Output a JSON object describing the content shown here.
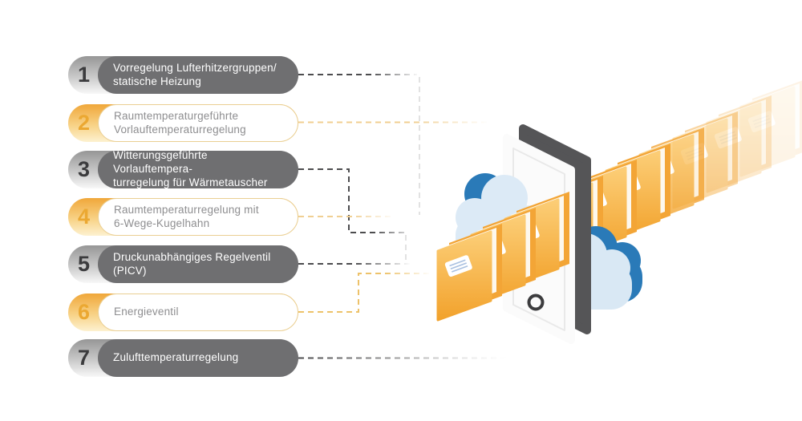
{
  "diagram": {
    "items": [
      {
        "number": "1",
        "label": "Vorregelung Lufterhitzergruppen/\nstatische Heizung",
        "variant": "dark"
      },
      {
        "number": "2",
        "label": "Raumtemperaturgeführte\nVorlauftemperaturregelung",
        "variant": "light"
      },
      {
        "number": "3",
        "label": "Witterungsgeführte Vorlauftempera-\nturregelung für Wärmetauscher",
        "variant": "dark"
      },
      {
        "number": "4",
        "label": "Raumtemperaturregelung mit\n6-Wege-Kugelhahn",
        "variant": "light"
      },
      {
        "number": "5",
        "label": "Druckunabhängiges Regelventil\n(PICV)",
        "variant": "dark"
      },
      {
        "number": "6",
        "label": "Energieventil",
        "variant": "light"
      },
      {
        "number": "7",
        "label": "Zulufttemperaturregelung",
        "variant": "dark"
      }
    ],
    "illustration": {
      "icons": [
        "folder-icon",
        "tablet-icon",
        "cloud-icon"
      ],
      "colors": {
        "pill_dark": "#6f6f71",
        "pill_light_border": "#eacf93",
        "number_dark": "#3b3b3d",
        "number_yellow": "#eba832",
        "folder_orange": "#f2a22c",
        "folder_orange_light": "#fcce77",
        "cloud_light_blue": "#dceaf6",
        "cloud_dark_blue": "#2a7ab8",
        "tablet_edge_gray": "#555557",
        "connector_dark": "#4c4c4e",
        "connector_yellow": "#f0cf92"
      }
    }
  }
}
